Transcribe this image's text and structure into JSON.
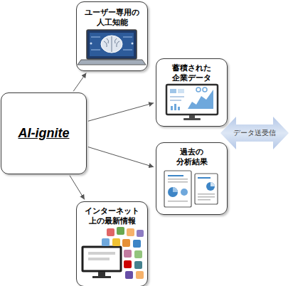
{
  "diagram": {
    "nodes": [
      {
        "text": [
          "ユーザー専用の 人工知能"
        ]
      },
      {
        "text": [
          "蓄積された 企業データ"
        ]
      },
      {
        "text": [
          "AI-ignite"
        ]
      },
      {
        "text": [
          "データ送受信"
        ]
      },
      {
        "text": [
          "過去の 分析結果"
        ]
      },
      {
        "text": [
          "インターネット 上の最新情報"
        ]
      }
    ],
    "edges": [
      {
        "from": 2,
        "to": 0,
        "arrow": "to"
      },
      {
        "from": 2,
        "to": 1,
        "arrow": "to"
      },
      {
        "from": 2,
        "to": 4,
        "arrow": "to"
      },
      {
        "from": 2,
        "to": 5,
        "arrow": "to"
      }
    ]
  }
}
